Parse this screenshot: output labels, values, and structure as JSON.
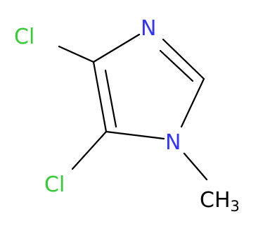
{
  "molecule": {
    "atoms": {
      "cl_top": "Cl",
      "cl_bottom": "Cl",
      "n_top": "N",
      "n_bottom": "N",
      "methyl_c": "CH",
      "methyl_sub": "3"
    },
    "colors": {
      "bond": "#000000",
      "chlorine": "#33cc33",
      "nitrogen": "#3333ff",
      "carbon": "#000000"
    }
  }
}
